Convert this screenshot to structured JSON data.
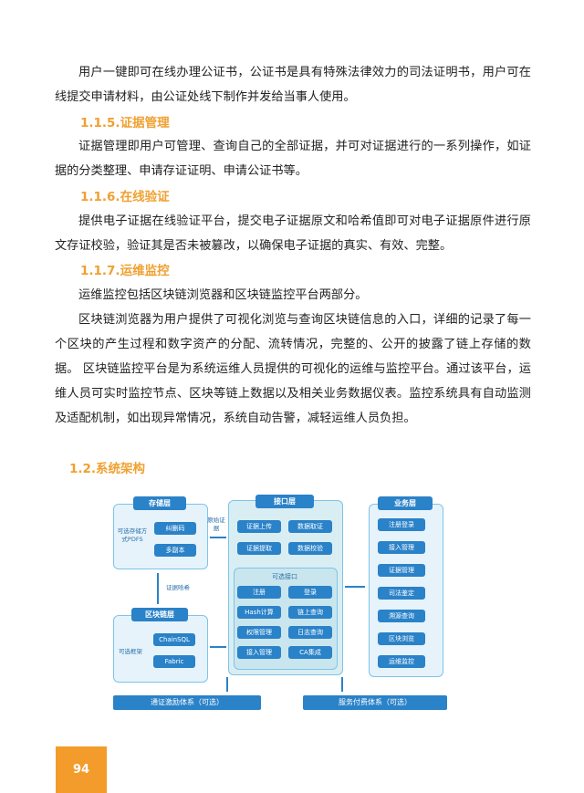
{
  "paragraphs": {
    "p1": "用户一键即可在线办理公证书，公证书是具有特殊法律效力的司法证明书，用户可在线提交申请材料，由公证处线下制作并发给当事人使用。",
    "h115": "1.1.5.证据管理",
    "p2": "证据管理即用户可管理、查询自己的全部证据，并可对证据进行的一系列操作，如证据的分类整理、申请存证证明、申请公证书等。",
    "h116": "1.1.6.在线验证",
    "p3": "提供电子证据在线验证平台，提交电子证据原文和哈希值即可对电子证据原件进行原文存证校验，验证其是否未被篡改，以确保电子证据的真实、有效、完整。",
    "h117": "1.1.7.运维监控",
    "p4": "运维监控包括区块链浏览器和区块链监控平台两部分。",
    "p5": "区块链浏览器为用户提供了可视化浏览与查询区块链信息的入口，详细的记录了每一个区块的产生过程和数字资产的分配、流转情况，完整的、公开的披露了链上存储的数据。 区块链监控平台是为系统运维人员提供的可视化的运维与监控平台。通过该平台，运维人员可实时监控节点、区块等链上数据以及相关业务数据仪表。监控系统具有自动监测及适配机制，如出现异常情况，系统自动告警，减轻运维人员负担。",
    "h12": "1.2.系统架构"
  },
  "diagram": {
    "storage": {
      "title": "存储层",
      "side": "可选存储方式PDFS",
      "items": [
        "纠删码",
        "多副本"
      ]
    },
    "orig_cert": "原始证据",
    "cert_hash": "证据哈希",
    "chain": {
      "title": "区块链层",
      "side": "可选框架",
      "items": [
        "ChainSQL",
        "Fabric"
      ]
    },
    "api": {
      "title": "接口层",
      "items": [
        "证据上传",
        "数据取证",
        "证据提取",
        "数据校验"
      ],
      "optional_title": "可选接口",
      "optional_items": [
        "注册",
        "登录",
        "Hash计算",
        "链上查询",
        "权限管理",
        "日志查询",
        "接入管理",
        "CA集成"
      ]
    },
    "biz": {
      "title": "业务层",
      "items": [
        "注册登录",
        "接入管理",
        "证据管理",
        "司法鉴定",
        "溯源查询",
        "区块浏览",
        "运维监控"
      ]
    },
    "bottom_left": "通证激励体系（可选）",
    "bottom_right": "服务付费体系（可选）"
  },
  "page_number": "94",
  "colors": {
    "heading": "#f0a030",
    "accent": "#2a82c8",
    "page_tab": "#f39c2c"
  }
}
